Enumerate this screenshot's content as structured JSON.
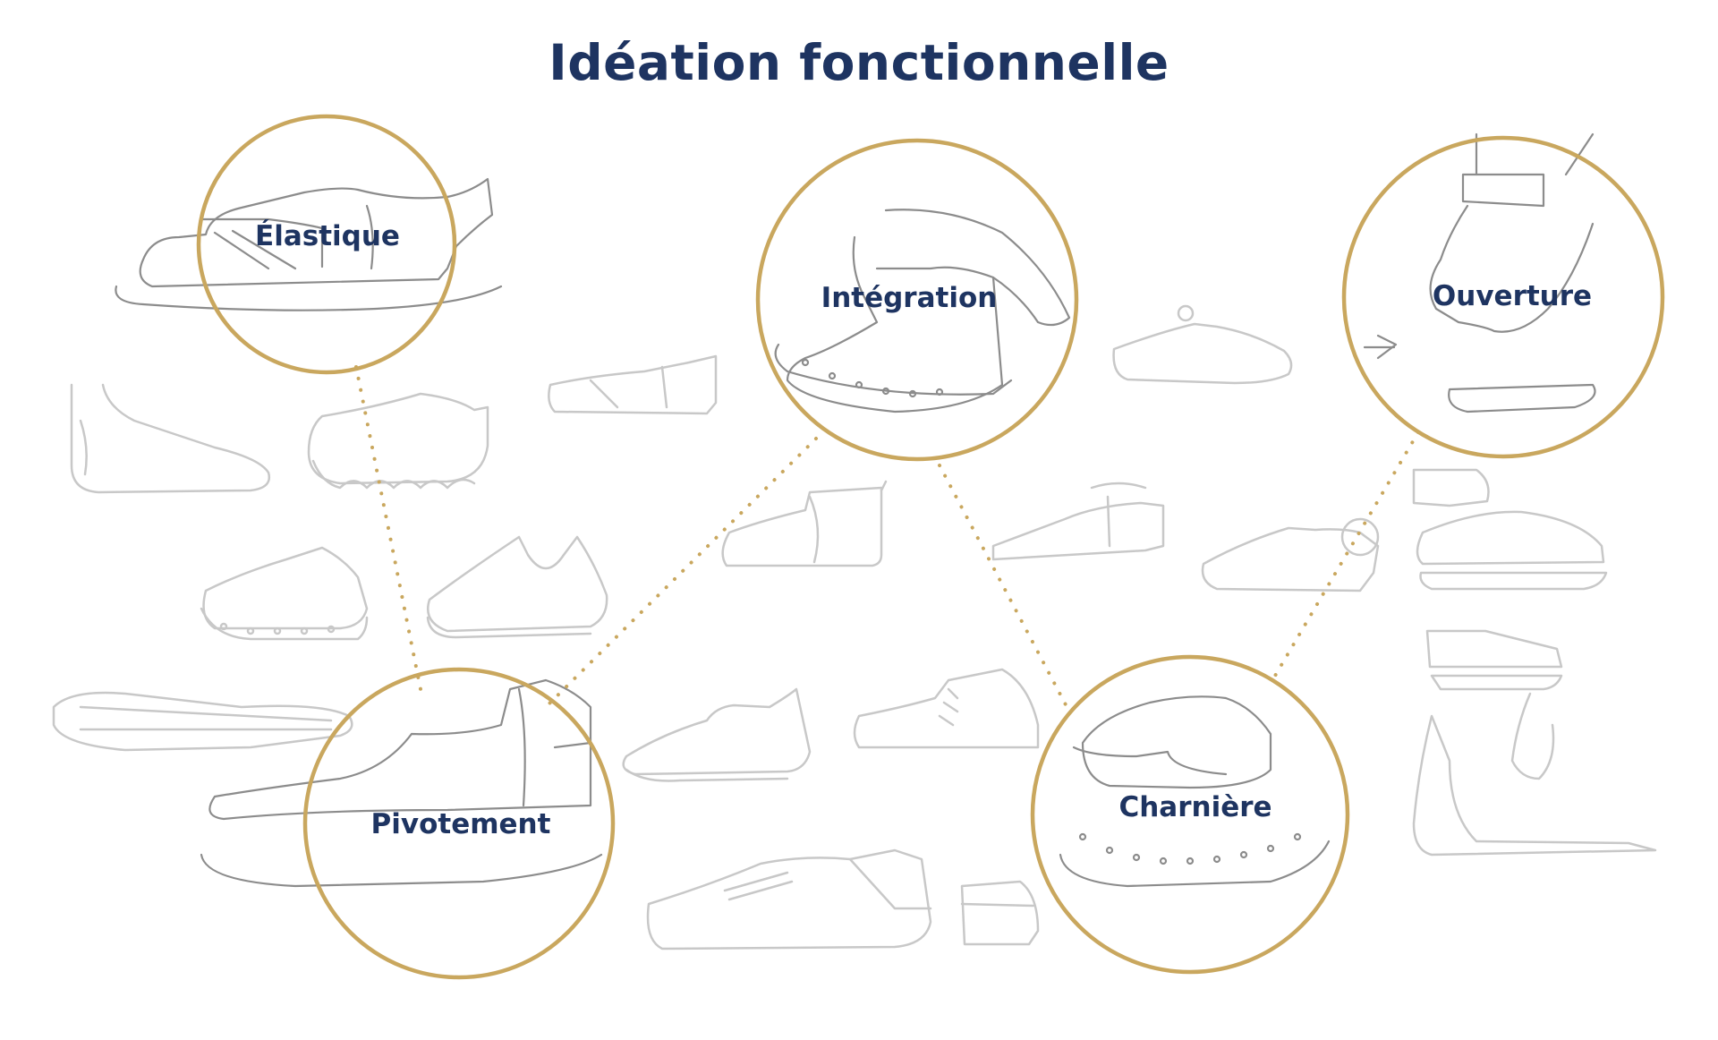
{
  "title": "Idéation fonctionnelle",
  "accent_color": "#c9a75e",
  "text_color": "#1e3461",
  "concepts": [
    {
      "label": "Élastique",
      "icon": "elastic-sandal-sketch"
    },
    {
      "label": "Intégration",
      "icon": "integrated-heel-sketch"
    },
    {
      "label": "Ouverture",
      "icon": "opening-heel-sketch"
    },
    {
      "label": "Pivotement",
      "icon": "pivot-boot-sketch"
    },
    {
      "label": "Charnière",
      "icon": "hinge-shoe-sketch"
    }
  ],
  "background_sketches": [
    "loafer-sketch",
    "slip-on-sketch",
    "chelsea-boot-sketch",
    "sneaker-sketch",
    "outsole-sketch",
    "mule-sketch",
    "clog-sketch",
    "sandal-sketch"
  ]
}
